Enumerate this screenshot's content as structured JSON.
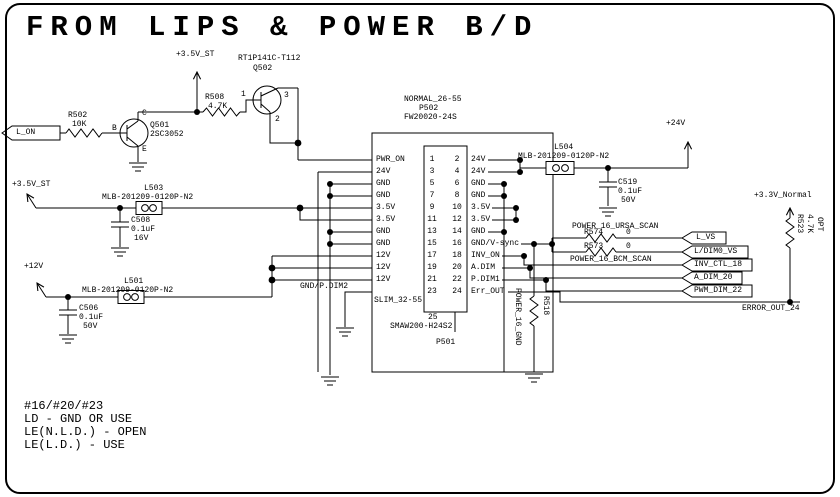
{
  "title": "FROM LIPS & POWER B/D",
  "notes": [
    "#16/#20/#23",
    "LD - GND OR USE",
    "LE(N.L.D.) - OPEN",
    "LE(L.D.) - USE"
  ],
  "left_input": {
    "label": "L_ON"
  },
  "supplies": {
    "v35_st_top": "+3.5V_ST",
    "v35_st_left": "+3.5V_ST",
    "v12": "+12V",
    "v24": "+24V",
    "v33_normal": "+3.3V_Normal"
  },
  "transistors": {
    "q501": {
      "ref": "Q501",
      "part": "2SC3052",
      "pin_b": "B",
      "pin_c": "C",
      "pin_e": "E"
    },
    "q502": {
      "ref": "Q502",
      "part": "RT1P141C-T112",
      "pin1": "1",
      "pin2": "2",
      "pin3": "3"
    }
  },
  "resistors": {
    "r502": {
      "ref": "R502",
      "value": "10K"
    },
    "r508": {
      "ref": "R508",
      "value": "4.7K"
    },
    "r574": {
      "ref": "R574",
      "value": "0"
    },
    "r573": {
      "ref": "R573",
      "value": "0"
    },
    "r518": {
      "ref": "R518"
    },
    "r523": {
      "ref": "R523",
      "value": "4.7K",
      "note": "OPT"
    }
  },
  "capacitors": {
    "c508": {
      "ref": "C508",
      "value": "0.1uF",
      "voltage": "16V"
    },
    "c506": {
      "ref": "C506",
      "value": "0.1uF",
      "voltage": "50V"
    },
    "c519": {
      "ref": "C519",
      "value": "0.1uF",
      "voltage": "50V"
    }
  },
  "inductors": {
    "l503": {
      "ref": "L503",
      "part": "MLB-201209-0120P-N2"
    },
    "l501": {
      "ref": "L501",
      "part": "MLB-201209-0120P-N2"
    },
    "l504": {
      "ref": "L504",
      "part": "MLB-201209-0120P-N2"
    }
  },
  "connector": {
    "type_top": "NORMAL_26-55",
    "ref": "P502",
    "part": "FW20020-24S",
    "type_bottom": "SLIM_32-55",
    "pin25": "25",
    "part2": "SMAW200-H24S2",
    "ref2": "P501",
    "row12_left_label": "GND/P.DIM2",
    "rows": [
      {
        "left": "PWR_ON",
        "ln": "1",
        "rn": "2",
        "right": "24V"
      },
      {
        "left": "24V",
        "ln": "3",
        "rn": "4",
        "right": "24V"
      },
      {
        "left": "GND",
        "ln": "5",
        "rn": "6",
        "right": "GND"
      },
      {
        "left": "GND",
        "ln": "7",
        "rn": "8",
        "right": "GND"
      },
      {
        "left": "3.5V",
        "ln": "9",
        "rn": "10",
        "right": "3.5V"
      },
      {
        "left": "3.5V",
        "ln": "11",
        "rn": "12",
        "right": "3.5V"
      },
      {
        "left": "GND",
        "ln": "13",
        "rn": "14",
        "right": "GND"
      },
      {
        "left": "GND",
        "ln": "15",
        "rn": "16",
        "right": "GND/V-sync"
      },
      {
        "left": "12V",
        "ln": "17",
        "rn": "18",
        "right": "INV_ON"
      },
      {
        "left": "12V",
        "ln": "19",
        "rn": "20",
        "right": "A.DIM"
      },
      {
        "left": "12V",
        "ln": "21",
        "rn": "22",
        "right": "P.DIM1"
      },
      {
        "left": "",
        "ln": "23",
        "rn": "24",
        "right": "Err_OUT"
      }
    ]
  },
  "nets": {
    "power_16_ursa_scan": "POWER_16_URSA_SCAN",
    "power_16_bcm_scan": "POWER_16_BCM_SCAN",
    "power_16_gnd": "POWER_16_GND",
    "error_out": "ERROR_OUT_24"
  },
  "output_tags": [
    "L_VS",
    "L/DIM0_VS",
    "INV_CTL_18",
    "A_DIM_20",
    "PWM_DIM_22"
  ],
  "colors": {
    "line": "#000000",
    "background": "#ffffff"
  }
}
